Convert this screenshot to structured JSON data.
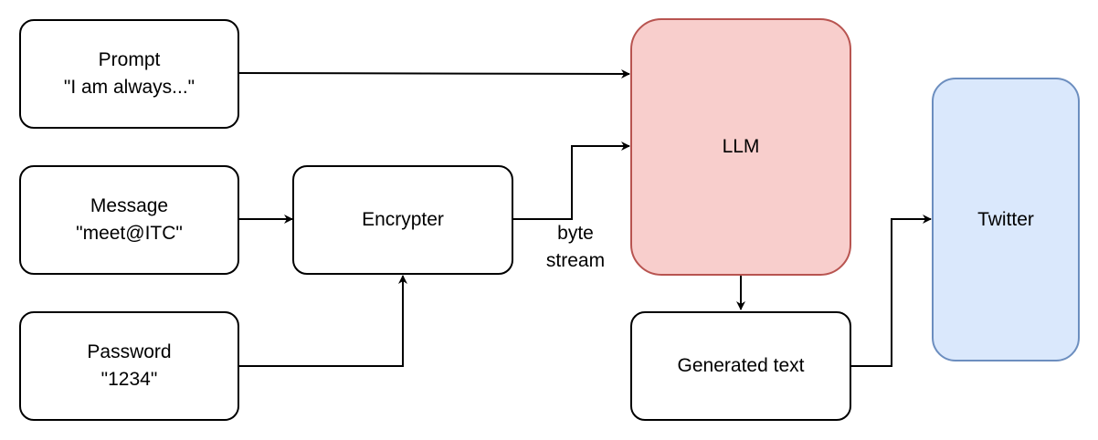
{
  "nodes": {
    "prompt": {
      "title": "Prompt",
      "value": "\"I am always...\""
    },
    "message": {
      "title": "Message",
      "value": "\"meet@ITC\""
    },
    "password": {
      "title": "Password",
      "value": "\"1234\""
    },
    "encrypter": {
      "title": "Encrypter"
    },
    "llm": {
      "title": "LLM"
    },
    "generated_text": {
      "title": "Generated text"
    },
    "twitter": {
      "title": "Twitter"
    }
  },
  "edges": {
    "encrypter_to_llm": {
      "label_line1": "byte",
      "label_line2": "stream"
    }
  },
  "colors": {
    "stroke": "#000000",
    "llm_fill": "#f8cecc",
    "llm_stroke": "#b85450",
    "twitter_fill": "#dae8fc",
    "twitter_stroke": "#6c8ebf"
  }
}
